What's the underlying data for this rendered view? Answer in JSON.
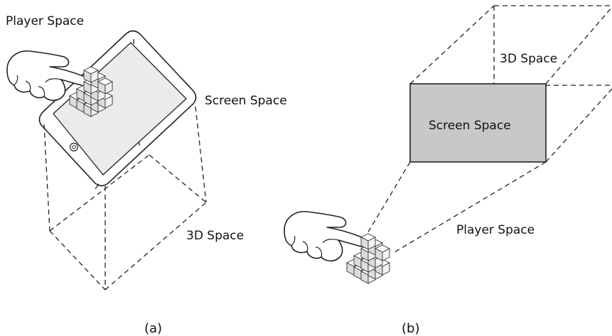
{
  "panel_a": {
    "player_space_label": "Player Space",
    "screen_space_label": "Screen Space",
    "space_3d_label": "3D Space",
    "caption": "(a)"
  },
  "panel_b": {
    "space_3d_label": "3D Space",
    "screen_space_label": "Screen Space",
    "player_space_label": "Player Space",
    "caption": "(b)"
  },
  "colors": {
    "screen_fill_b": "#c8c8c8",
    "tablet_screen_fill": "#ebebeb",
    "line": "#222222"
  },
  "icons": [
    "hand-icon",
    "cube-cluster-icon",
    "tablet-icon"
  ]
}
